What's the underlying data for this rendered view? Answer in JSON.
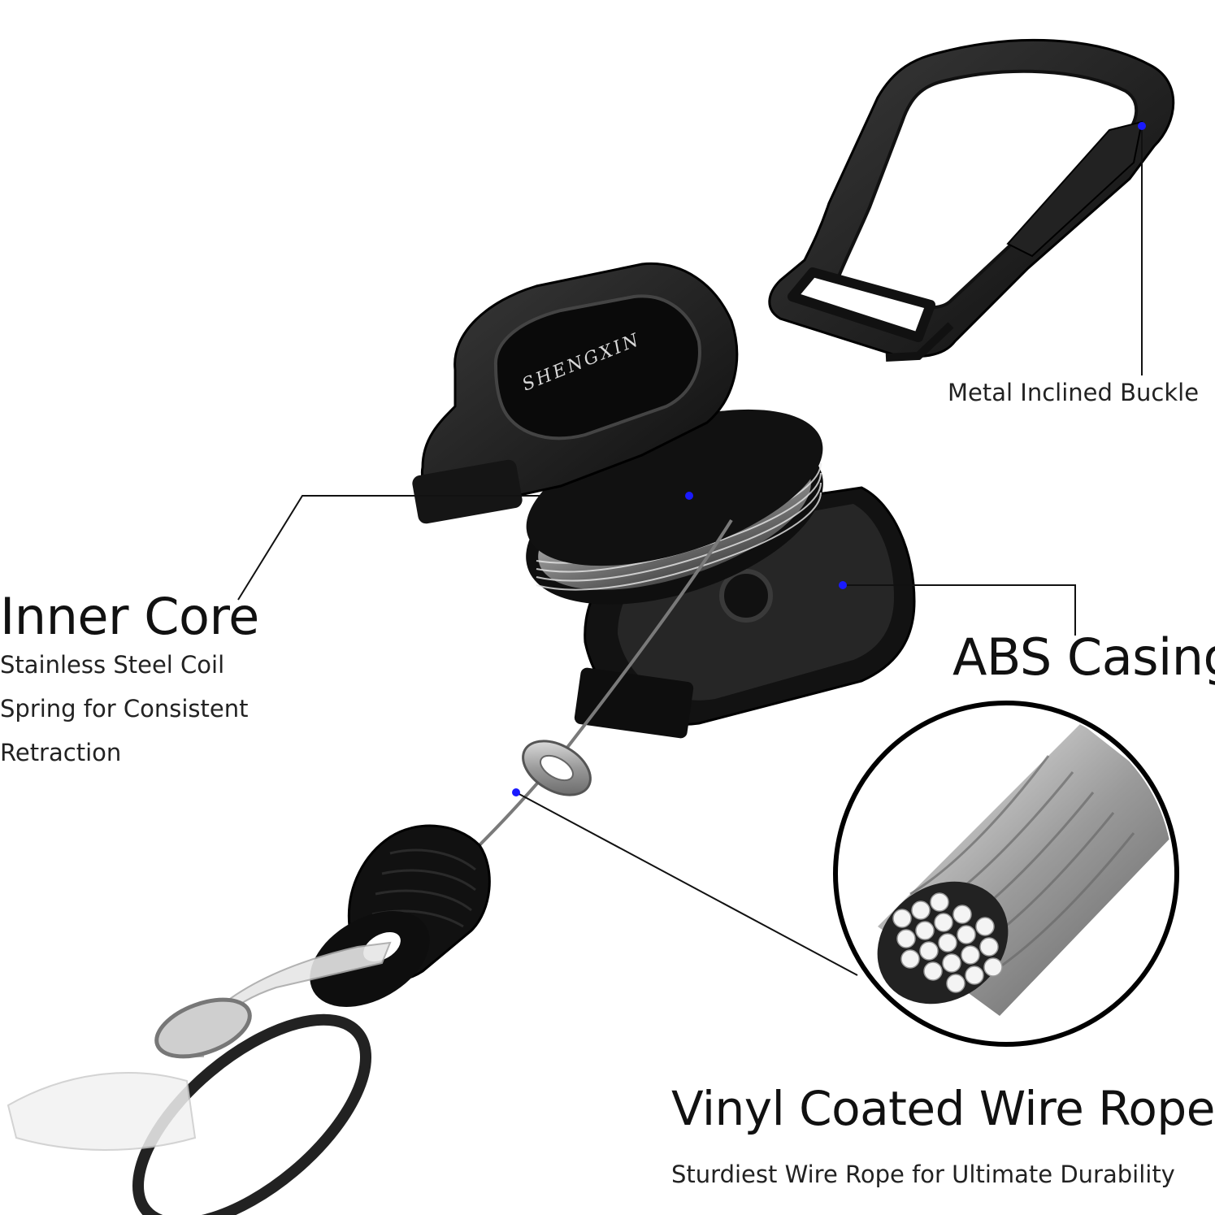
{
  "brand": {
    "logo_text": "SHENGXIN"
  },
  "labels": {
    "buckle": {
      "title": "Metal Inclined Buckle"
    },
    "inner_core": {
      "title": "Inner Core",
      "lines": [
        "Stainless Steel Coil",
        "Spring for Consistent",
        "Retraction"
      ]
    },
    "abs_casing": {
      "title": "ABS Casing"
    },
    "wire_rope": {
      "title": "Vinyl Coated Wire Rope",
      "subtitle": "Sturdiest Wire Rope for Ultimate Durability"
    }
  },
  "colors": {
    "marker": "#1a1aff",
    "product": "#1c1c1c",
    "callout_line": "#111111"
  },
  "icons": [
    "carabiner-icon",
    "reel-icon",
    "badge-clip-icon",
    "wire-rope-closeup-icon"
  ]
}
